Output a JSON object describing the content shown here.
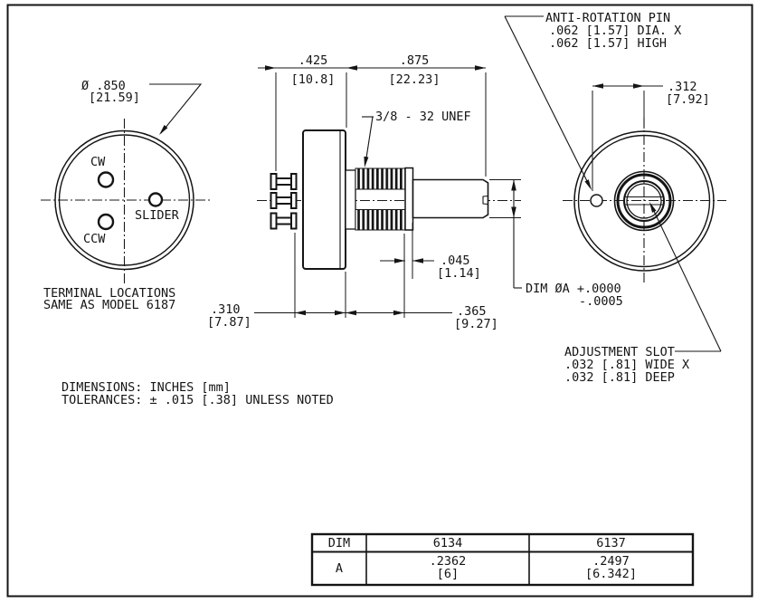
{
  "sheet": {
    "type_label": "mechanical dimension drawing",
    "line_color": "#141414",
    "background": "#ffffff"
  },
  "front": {
    "dia": "Ø .850",
    "dia_mm": "[21.59]",
    "cw": "CW",
    "slider": "SLIDER",
    "ccw": "CCW",
    "note1": "TERMINAL LOCATIONS",
    "note2": "SAME AS MODEL 6187"
  },
  "side": {
    "dim425": ".425",
    "dim425mm": "[10.8]",
    "dim875": ".875",
    "dim875mm": "[22.23]",
    "thread": "3/8 - 32 UNEF",
    "dim045": ".045",
    "dim045mm": "[1.14]",
    "dim310": ".310",
    "dim310mm": "[7.87]",
    "dim365": ".365",
    "dim365mm": "[9.27]",
    "dimA1": "DIM ØA +.0000",
    "dimA2": "-.0005"
  },
  "rear": {
    "pin1": "ANTI-ROTATION PIN",
    "pin2": ".062 [1.57] DIA. X",
    "pin3": ".062 [1.57] HIGH",
    "dim312": ".312",
    "dim312mm": "[7.92]",
    "slot1": "ADJUSTMENT SLOT",
    "slot2": ".032 [.81] WIDE X",
    "slot3": ".032 [.81] DEEP"
  },
  "notes": {
    "line1": "DIMENSIONS:  INCHES  [mm]",
    "line2": "TOLERANCES:  ± .015  [.38] UNLESS NOTED"
  },
  "table": {
    "col_dim": "DIM",
    "col_6134": "6134",
    "col_6137": "6137",
    "row_a": "A",
    "a_6134_in": ".2362",
    "a_6134_mm": "[6]",
    "a_6137_in": ".2497",
    "a_6137_mm": "[6.342]"
  }
}
